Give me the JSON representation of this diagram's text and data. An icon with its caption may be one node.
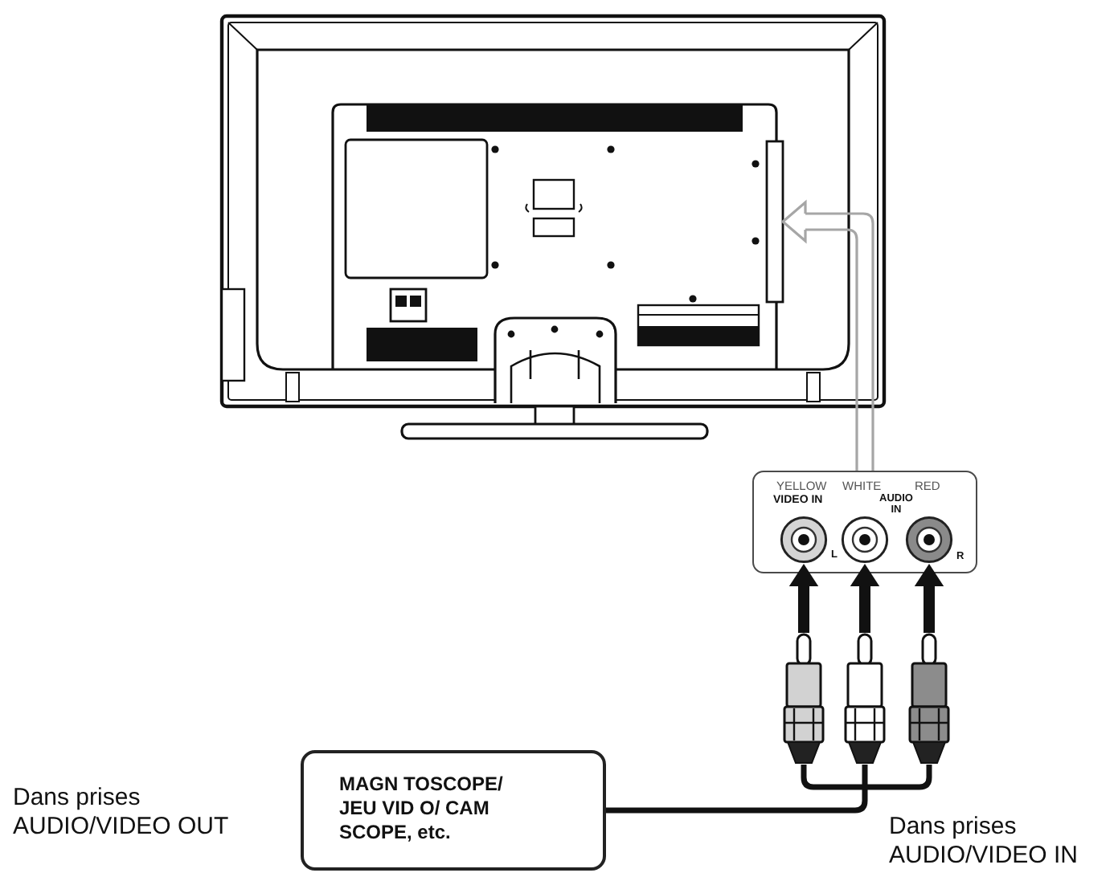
{
  "diagram": {
    "nodes": [
      {
        "text": [],
        "shape": "picture"
      },
      {
        "text": [],
        "shape": "box",
        "in": 0
      },
      {
        "text": [
          "YELLOW",
          "WHITE",
          "RED",
          "VIDEO IN",
          "AUDIO IN",
          "L",
          "R"
        ]
      },
      {
        "text": [],
        "shape": "circle",
        "in": 2
      },
      {
        "text": [],
        "shape": "circle",
        "in": 2
      },
      {
        "text": [],
        "shape": "circle",
        "in": 2
      },
      {
        "text": [],
        "shape": "picture"
      },
      {
        "text": [],
        "shape": "picture"
      },
      {
        "text": [],
        "shape": "picture"
      },
      {
        "text": [
          "MAGN TOSCOPE/ JEU VID O/ CAM SCOPE, etc."
        ],
        "beside": [
          "Dans prises AUDIO/VIDEO OUT"
        ]
      }
    ],
    "edges": [
      {
        "from": 2,
        "to": 1,
        "arrow": "to",
        "color": "#a6a6a6"
      },
      {
        "from": 6,
        "to": 3,
        "arrow": "to",
        "style": "thick"
      },
      {
        "from": 7,
        "to": 4,
        "arrow": "to",
        "style": "thick"
      },
      {
        "from": 8,
        "to": 5,
        "arrow": "to",
        "style": "thick"
      },
      {
        "from": 9,
        "to": 6,
        "arrow": "none"
      },
      {
        "from": 9,
        "to": 7,
        "arrow": "none"
      },
      {
        "from": 9,
        "to": 8,
        "arrow": "none"
      }
    ],
    "labels": [
      "Dans prises AUDIO/VIDEO IN"
    ]
  }
}
